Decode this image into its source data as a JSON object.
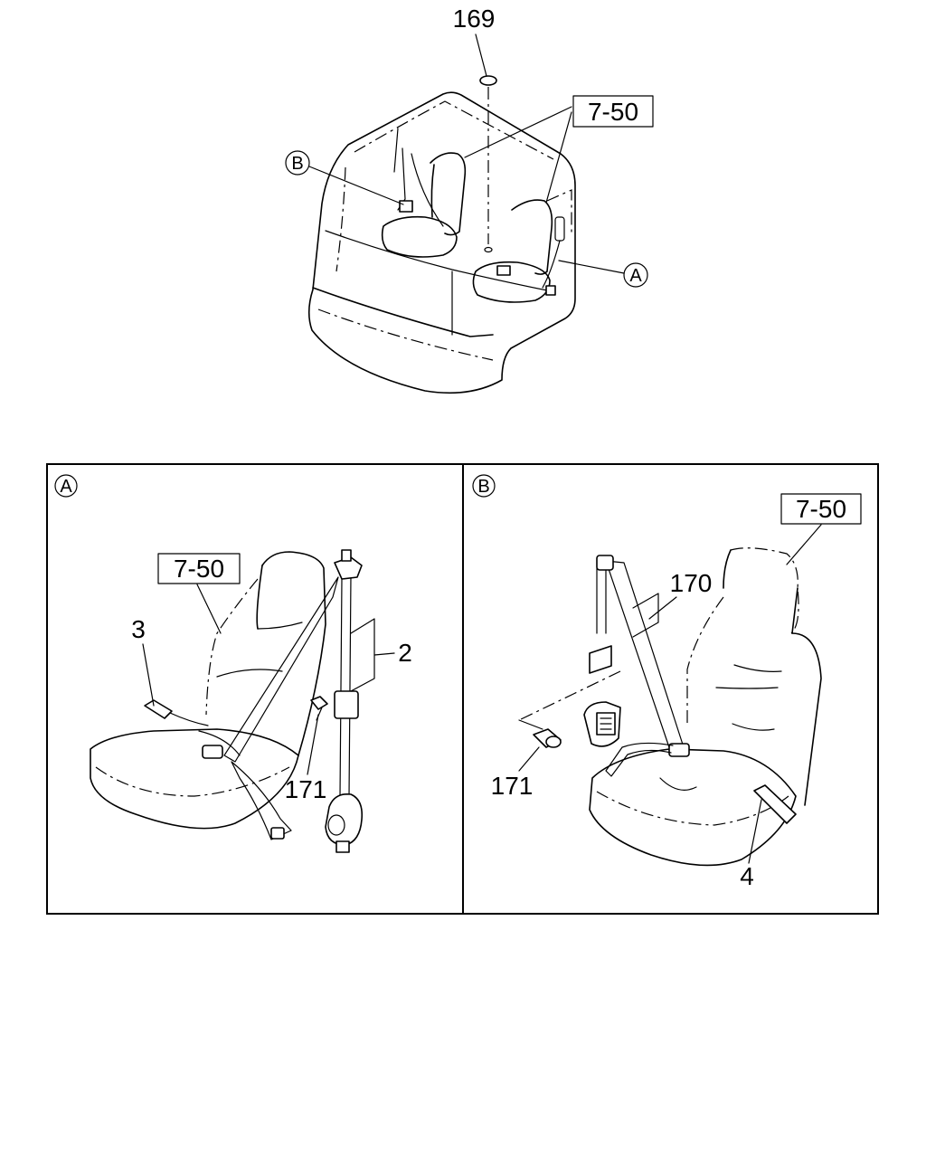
{
  "callouts": {
    "top_169": "169",
    "top_7_50": "7-50",
    "top_B": "B",
    "top_A": "A",
    "a_panel": "A",
    "a_7_50": "7-50",
    "a_3": "3",
    "a_2": "2",
    "a_171": "171",
    "b_panel": "B",
    "b_7_50": "7-50",
    "b_170": "170",
    "b_171": "171",
    "b_4": "4"
  }
}
